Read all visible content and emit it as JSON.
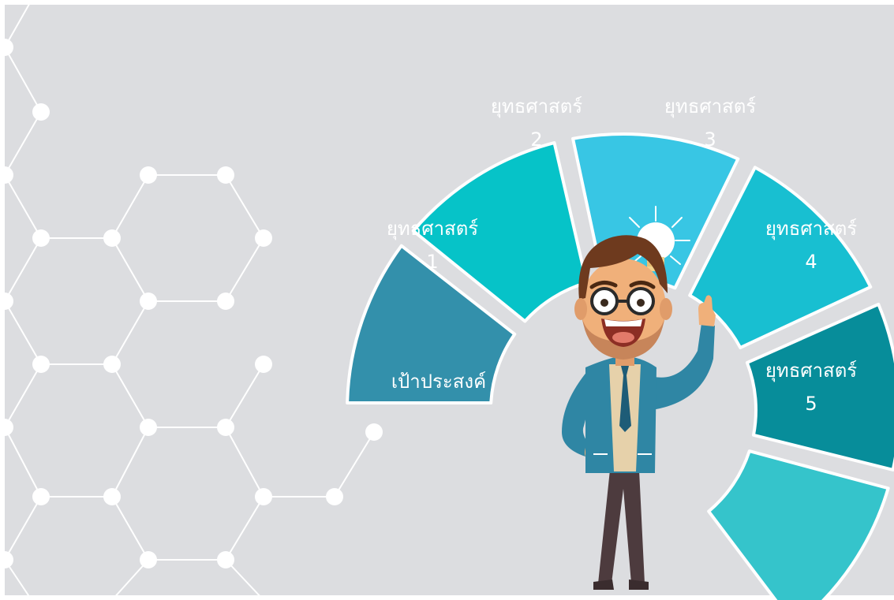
{
  "colors": {
    "background": "#dcdde0",
    "frame": "#ffffff",
    "network": "#ffffff",
    "segments": [
      "#3390ab",
      "#06c3c8",
      "#38c6e4",
      "#18bfd1",
      "#078d9a",
      "#35c4cb"
    ]
  },
  "segments": [
    {
      "id": "goal",
      "line1": "เป้าประสงค์",
      "line2": ""
    },
    {
      "id": "strategy-1",
      "line1": "ยุทธศาสตร์",
      "line2": "1"
    },
    {
      "id": "strategy-2",
      "line1": "ยุทธศาสตร์",
      "line2": "2"
    },
    {
      "id": "strategy-3",
      "line1": "ยุทธศาสตร์",
      "line2": "3"
    },
    {
      "id": "strategy-4",
      "line1": "ยุทธศาสตร์",
      "line2": "4"
    },
    {
      "id": "strategy-5",
      "line1": "ยุทธศาสตร์",
      "line2": "5"
    }
  ],
  "illustration": {
    "icon": "businessman-with-lightbulb-icon"
  }
}
